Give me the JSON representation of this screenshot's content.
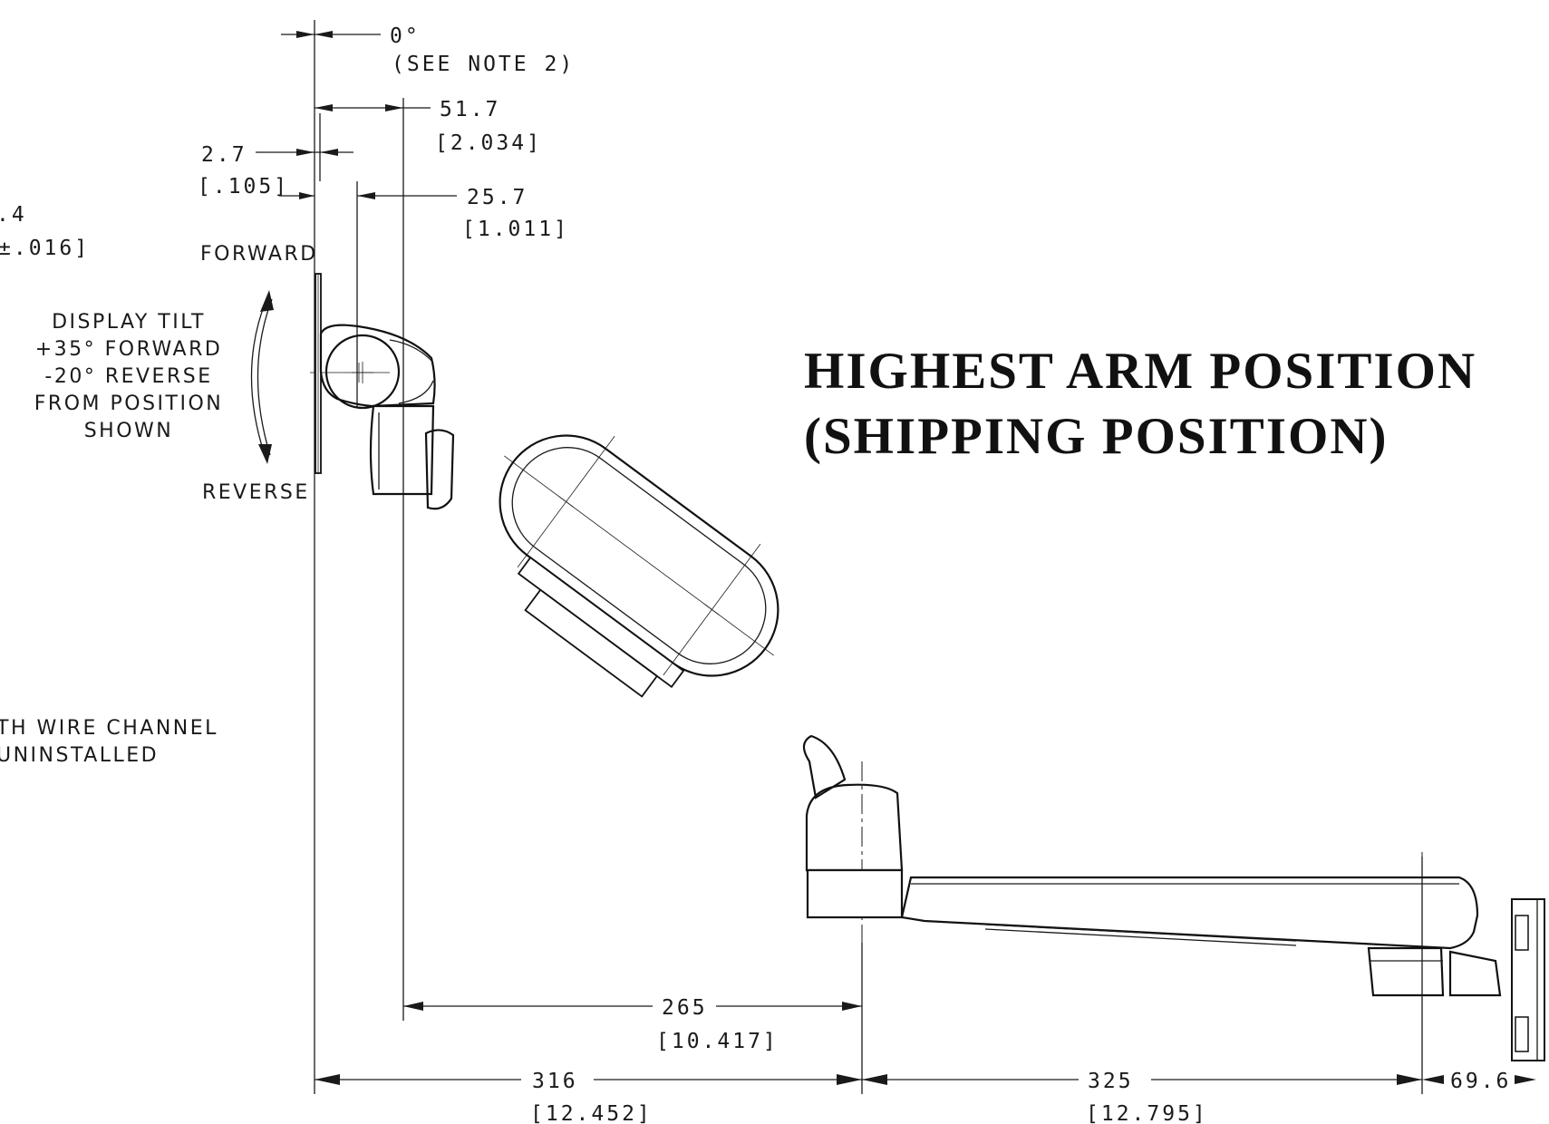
{
  "title": {
    "line1": "HIGHEST ARM POSITION",
    "line2": "(SHIPPING POSITION)"
  },
  "dimensions": {
    "tilt_zero": {
      "value": "0°",
      "note": "(SEE NOTE 2)"
    },
    "d_51_7": {
      "mm": "51.7",
      "inch": "[2.034]"
    },
    "d_2_7": {
      "mm": "2.7",
      "inch": "[.105]"
    },
    "d_25_7": {
      "mm": "25.7",
      "inch": "[1.011]"
    },
    "d_partial_0_4": {
      "mm": ".4",
      "inch": "±.016]"
    },
    "d_265": {
      "mm": "265",
      "inch": "[10.417]"
    },
    "d_316": {
      "mm": "316",
      "inch": "[12.452]"
    },
    "d_325": {
      "mm": "325",
      "inch": "[12.795]"
    },
    "d_69_6": {
      "mm": "69.6"
    }
  },
  "labels": {
    "forward": "FORWARD",
    "reverse": "REVERSE",
    "tilt_lines": [
      "DISPLAY TILT",
      "+35° FORWARD",
      "-20° REVERSE",
      "FROM POSITION",
      "SHOWN"
    ],
    "wire_channel_lines": [
      "TH WIRE CHANNEL",
      "UNINSTALLED"
    ]
  }
}
